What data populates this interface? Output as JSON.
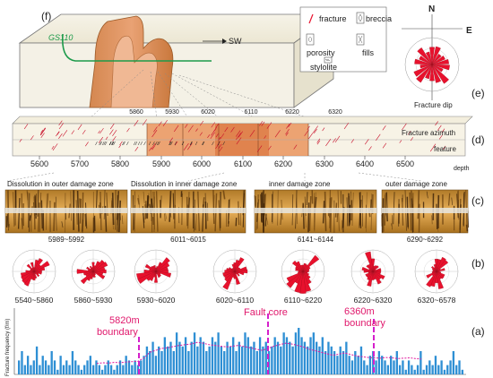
{
  "panel_f": {
    "label": "(f)",
    "well": "GS110",
    "direction": "SW",
    "legend": [
      "fracture",
      "breccia",
      "porosity",
      "fills",
      "stylolite"
    ]
  },
  "panel_e": {
    "label": "(e)",
    "north": "N",
    "east": "E",
    "caption": "Fracture dip"
  },
  "panel_d": {
    "label": "(d)",
    "top_ticks": [
      "5860",
      "5930",
      "6020",
      "6110",
      "6220",
      "6320"
    ],
    "depth_ticks": [
      "5600",
      "5700",
      "5800",
      "5900",
      "6000",
      "6100",
      "6200",
      "6300",
      "6400",
      "6500"
    ],
    "depth_label": "depth",
    "row_labels": [
      "Fracture azimuth",
      "feature"
    ]
  },
  "panel_c": {
    "label": "(c)",
    "titles": [
      "Dissolution in outer damage zone",
      "Dissolution in inner damage zone",
      "inner damage zone",
      "outer damage zone"
    ],
    "ranges": [
      "5989~5992",
      "6011~6015",
      "6141~6144",
      "6290~6292"
    ]
  },
  "panel_b": {
    "label": "(b)",
    "roses": [
      {
        "range": "5540~5860"
      },
      {
        "range": "5860~5930"
      },
      {
        "range": "5930~6020"
      },
      {
        "range": "6020~6110"
      },
      {
        "range": "6110~6220"
      },
      {
        "range": "6220~6320"
      },
      {
        "range": "6320~6578"
      }
    ]
  },
  "panel_a": {
    "label": "(a)",
    "ylabel": "Fracture frequency (f/m)",
    "annotations": [
      "5820m",
      "boundary",
      "Fault core",
      "6360m",
      "boundary"
    ]
  },
  "colors": {
    "fracture_red": "#e8112d",
    "bar_blue": "#2e8fd4",
    "magenta": "#e0189e",
    "damage_orange": "#e8884a",
    "core_tan": "#c87a3a"
  },
  "chart_data": {
    "type": "bar",
    "title": "",
    "xlabel": "",
    "ylabel": "Fracture frequency (f/m)",
    "boundaries": [
      5820,
      6110,
      6360
    ],
    "values": [
      3,
      5,
      2,
      4,
      2,
      3,
      6,
      2,
      4,
      3,
      2,
      5,
      3,
      1,
      4,
      2,
      3,
      2,
      5,
      3,
      2,
      1,
      2,
      3,
      4,
      2,
      3,
      2,
      1,
      2,
      3,
      2,
      1,
      2,
      3,
      2,
      4,
      3,
      2,
      3,
      2,
      3,
      4,
      6,
      5,
      7,
      4,
      6,
      5,
      8,
      6,
      7,
      5,
      9,
      7,
      6,
      8,
      5,
      7,
      9,
      6,
      8,
      7,
      5,
      6,
      8,
      7,
      9,
      6,
      5,
      7,
      6,
      8,
      5,
      7,
      6,
      9,
      8,
      6,
      7,
      5,
      8,
      6,
      7,
      5,
      6,
      8,
      7,
      6,
      9,
      8,
      7,
      6,
      9,
      10,
      8,
      7,
      6,
      8,
      9,
      7,
      6,
      8,
      5,
      7,
      6,
      5,
      4,
      6,
      5,
      7,
      4,
      3,
      5,
      4,
      6,
      3,
      2,
      4,
      5,
      3,
      5,
      4,
      3,
      2,
      4,
      3,
      5,
      2,
      3,
      1,
      3,
      2,
      1,
      2,
      5,
      1,
      2,
      3,
      2,
      4,
      2,
      3,
      1,
      2,
      3,
      5,
      2,
      3,
      1
    ],
    "trend": [
      1,
      1.2,
      1.1,
      1.3,
      1.2,
      1.4,
      1.5,
      1.6,
      2.5,
      4,
      4.5,
      5,
      5.2,
      5.5,
      5.8,
      6,
      6.2,
      6.6,
      6.4,
      6,
      5.8,
      5.6,
      5.4,
      5.6,
      5.8,
      5.5,
      5.2,
      4.8,
      4.5,
      5,
      5.6,
      6,
      6.4,
      6.2,
      5.8,
      5.4,
      4.8,
      4.4,
      4,
      3.6,
      3.2,
      3.5,
      3.8,
      3.4,
      3,
      2.8,
      2.6,
      2.5,
      2.4,
      2.6,
      2.5,
      2.3,
      2.4,
      2.5,
      2.3,
      2.2
    ]
  }
}
